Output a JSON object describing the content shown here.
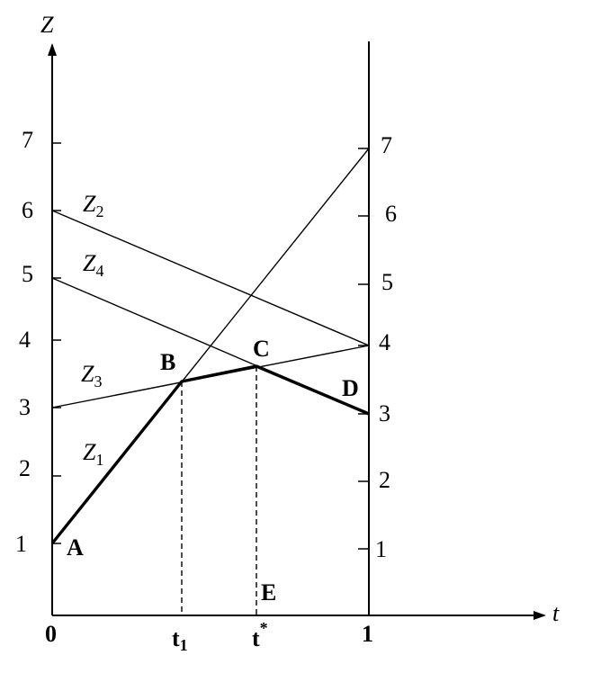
{
  "axes": {
    "y_title": "Z",
    "x_title": "t",
    "left_ticks": [
      "1",
      "2",
      "3",
      "4",
      "5",
      "6",
      "7"
    ],
    "right_ticks": [
      "1",
      "2",
      "3",
      "4",
      "5",
      "6",
      "7"
    ],
    "x_tick_0": "0",
    "x_tick_1": "1",
    "x_tick_t1_main": "t",
    "x_tick_t1_sub": "1",
    "x_tick_tstar_main": "t",
    "x_tick_tstar_sup": "*"
  },
  "lines": [
    {
      "id": "Z1",
      "main": "Z",
      "sub": "1",
      "z_at_0": 1,
      "z_at_1": 7
    },
    {
      "id": "Z2",
      "main": "Z",
      "sub": "2",
      "z_at_0": 6,
      "z_at_1": 4
    },
    {
      "id": "Z3",
      "main": "Z",
      "sub": "3",
      "z_at_0": 3,
      "z_at_1": 4
    },
    {
      "id": "Z4",
      "main": "Z",
      "sub": "4",
      "z_at_0": 5,
      "z_at_1": 3
    }
  ],
  "points": {
    "A": "A",
    "B": "B",
    "C": "C",
    "D": "D",
    "E": "E"
  },
  "envelope": [
    [
      0,
      1
    ],
    [
      0.4,
      3.4
    ],
    [
      0.6667,
      3.6667
    ],
    [
      1,
      3
    ]
  ]
}
